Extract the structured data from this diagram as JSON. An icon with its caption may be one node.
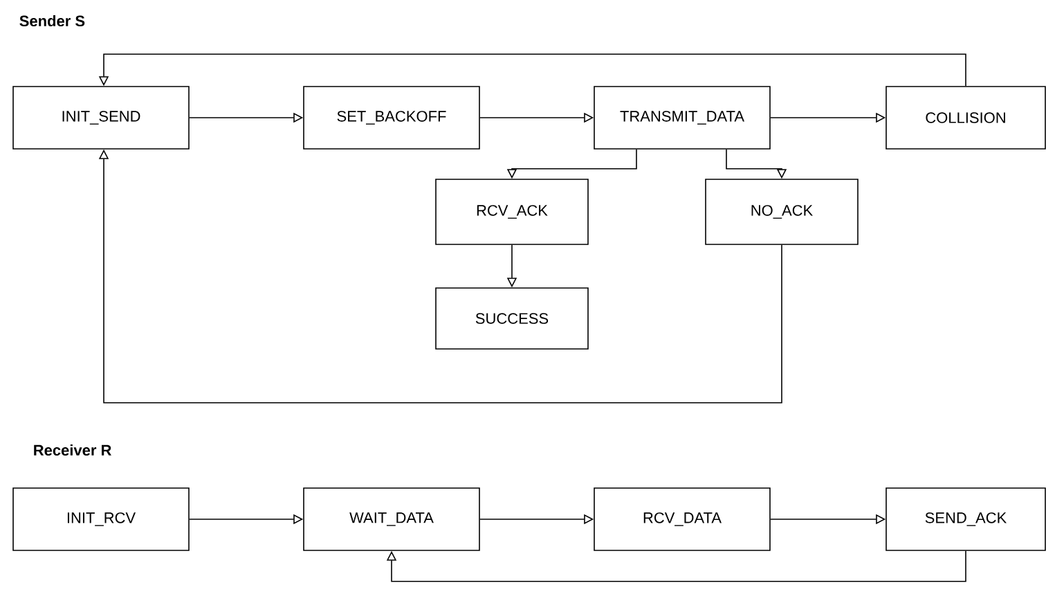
{
  "diagram": {
    "nodes": [
      {
        "text": [
          "INIT_SEND"
        ]
      },
      {
        "text": [
          "SET_BACKOFF"
        ]
      },
      {
        "text": [
          "TRANSMIT_DATA"
        ]
      },
      {
        "text": [
          "COLLISION"
        ]
      },
      {
        "text": [
          "RCV_ACK"
        ]
      },
      {
        "text": [
          "NO_ACK"
        ]
      },
      {
        "text": [
          "SUCCESS"
        ]
      },
      {
        "text": [
          "INIT_RCV"
        ]
      },
      {
        "text": [
          "WAIT_DATA"
        ]
      },
      {
        "text": [
          "RCV_DATA"
        ]
      },
      {
        "text": [
          "SEND_ACK"
        ]
      }
    ],
    "edges": [
      {
        "from": 0,
        "to": 1,
        "arrow": "to"
      },
      {
        "from": 1,
        "to": 2,
        "arrow": "to"
      },
      {
        "from": 2,
        "to": 3,
        "arrow": "to"
      },
      {
        "from": 3,
        "to": 0,
        "arrow": "to"
      },
      {
        "from": 2,
        "to": 4,
        "arrow": "to"
      },
      {
        "from": 2,
        "to": 5,
        "arrow": "to"
      },
      {
        "from": 4,
        "to": 6,
        "arrow": "to"
      },
      {
        "from": 5,
        "to": 0,
        "arrow": "to"
      },
      {
        "from": 7,
        "to": 8,
        "arrow": "to"
      },
      {
        "from": 8,
        "to": 9,
        "arrow": "to"
      },
      {
        "from": 9,
        "to": 10,
        "arrow": "to"
      },
      {
        "from": 10,
        "to": 8,
        "arrow": "to"
      }
    ],
    "labels": [
      "Sender S",
      "Receiver R"
    ]
  }
}
